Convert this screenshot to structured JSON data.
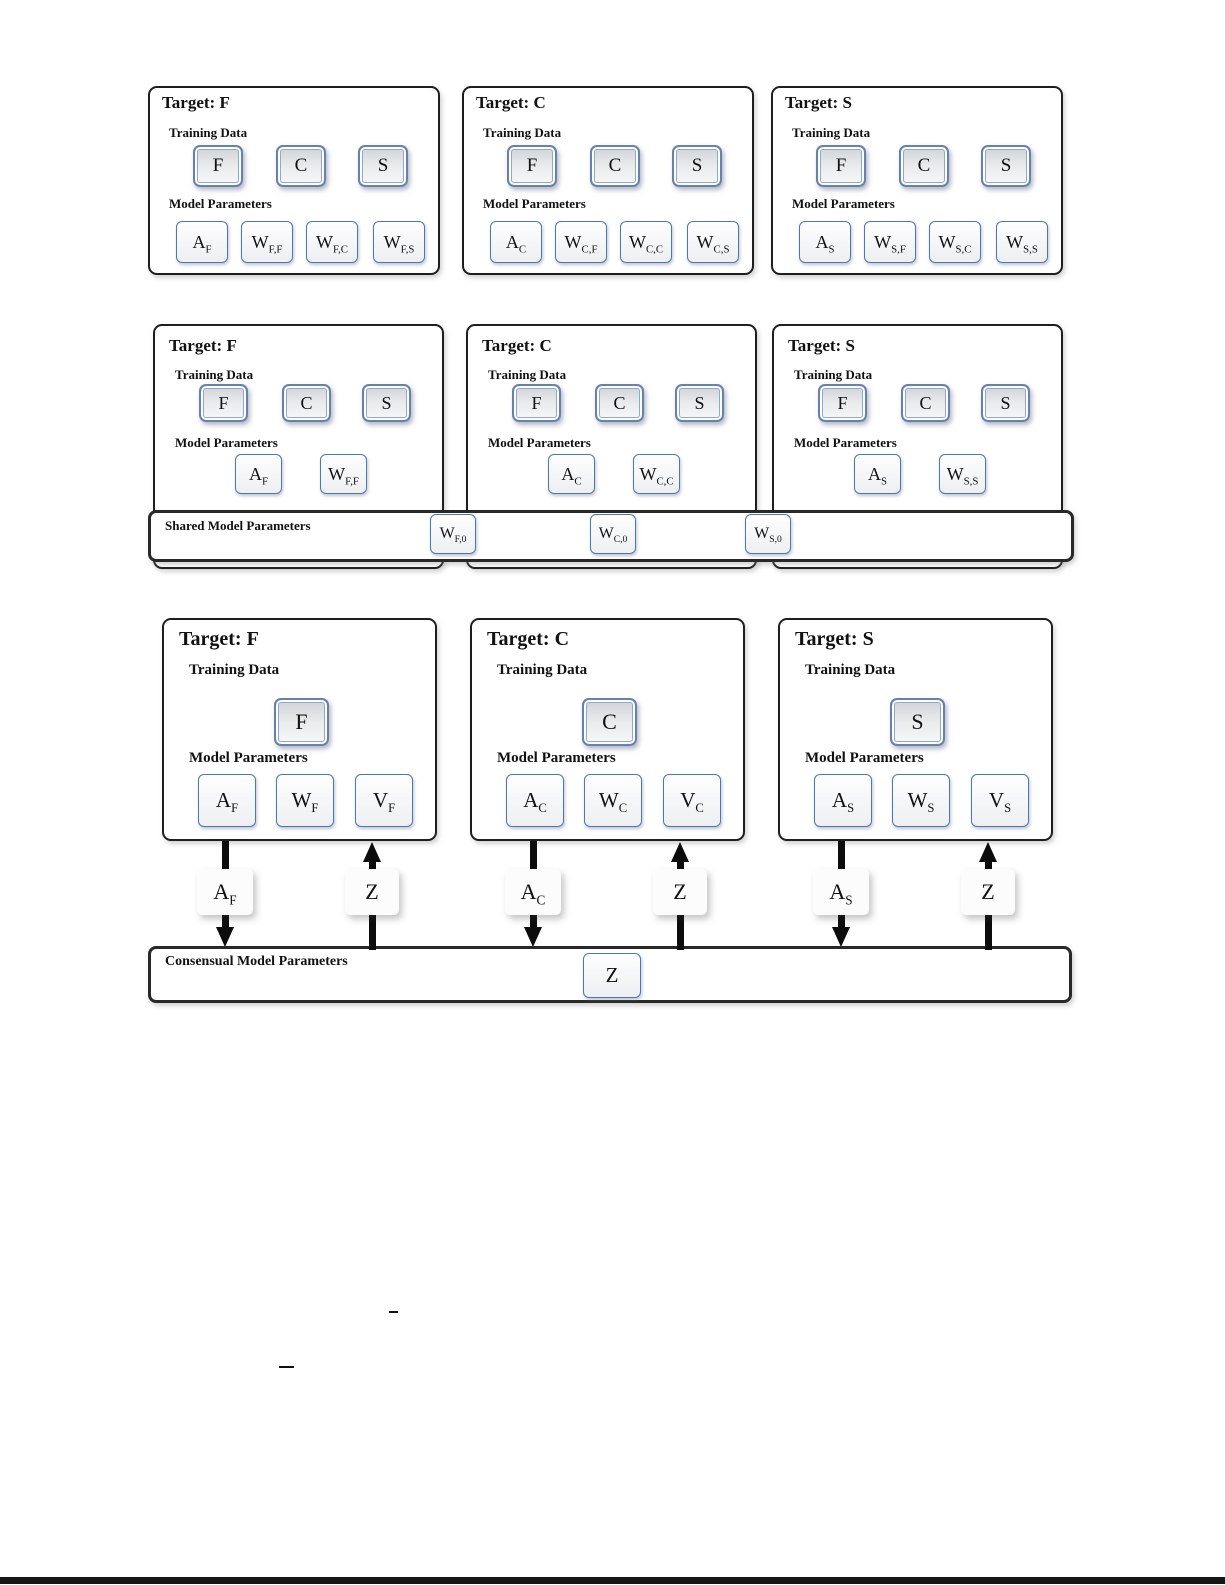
{
  "row1": {
    "panels": [
      {
        "title": "Target: F",
        "training_label": "Training Data",
        "data_boxes": [
          "F",
          "C",
          "S"
        ],
        "params_label": "Model Parameters",
        "param_boxes": [
          {
            "m": "A",
            "s": "F"
          },
          {
            "m": "W",
            "s": "F,F"
          },
          {
            "m": "W",
            "s": "F,C"
          },
          {
            "m": "W",
            "s": "F,S"
          }
        ]
      },
      {
        "title": "Target: C",
        "training_label": "Training Data",
        "data_boxes": [
          "F",
          "C",
          "S"
        ],
        "params_label": "Model Parameters",
        "param_boxes": [
          {
            "m": "A",
            "s": "C"
          },
          {
            "m": "W",
            "s": "C,F"
          },
          {
            "m": "W",
            "s": "C,C"
          },
          {
            "m": "W",
            "s": "C,S"
          }
        ]
      },
      {
        "title": "Target: S",
        "training_label": "Training Data",
        "data_boxes": [
          "F",
          "C",
          "S"
        ],
        "params_label": "Model Parameters",
        "param_boxes": [
          {
            "m": "A",
            "s": "S"
          },
          {
            "m": "W",
            "s": "S,F"
          },
          {
            "m": "W",
            "s": "S,C"
          },
          {
            "m": "W",
            "s": "S,S"
          }
        ]
      }
    ]
  },
  "row2": {
    "panels": [
      {
        "title": "Target: F",
        "training_label": "Training Data",
        "data_boxes": [
          "F",
          "C",
          "S"
        ],
        "params_label": "Model Parameters",
        "param_boxes": [
          {
            "m": "A",
            "s": "F"
          },
          {
            "m": "W",
            "s": "F,F"
          }
        ]
      },
      {
        "title": "Target: C",
        "training_label": "Training Data",
        "data_boxes": [
          "F",
          "C",
          "S"
        ],
        "params_label": "Model Parameters",
        "param_boxes": [
          {
            "m": "A",
            "s": "C"
          },
          {
            "m": "W",
            "s": "C,C"
          }
        ]
      },
      {
        "title": "Target: S",
        "training_label": "Training Data",
        "data_boxes": [
          "F",
          "C",
          "S"
        ],
        "params_label": "Model Parameters",
        "param_boxes": [
          {
            "m": "A",
            "s": "S"
          },
          {
            "m": "W",
            "s": "S,S"
          }
        ]
      }
    ],
    "shared_bar": {
      "label": "Shared Model Parameters",
      "boxes": [
        {
          "m": "W",
          "s": "F,0"
        },
        {
          "m": "W",
          "s": "C,0"
        },
        {
          "m": "W",
          "s": "S,0"
        }
      ]
    }
  },
  "row3": {
    "panels": [
      {
        "title": "Target: F",
        "training_label": "Training Data",
        "data_box": "F",
        "params_label": "Model Parameters",
        "param_boxes": [
          {
            "m": "A",
            "s": "F"
          },
          {
            "m": "W",
            "s": "F"
          },
          {
            "m": "V",
            "s": "F"
          }
        ],
        "down_label": {
          "m": "A",
          "s": "F"
        },
        "up_label": {
          "m": "Z",
          "s": ""
        }
      },
      {
        "title": "Target: C",
        "training_label": "Training Data",
        "data_box": "C",
        "params_label": "Model Parameters",
        "param_boxes": [
          {
            "m": "A",
            "s": "C"
          },
          {
            "m": "W",
            "s": "C"
          },
          {
            "m": "V",
            "s": "C"
          }
        ],
        "down_label": {
          "m": "A",
          "s": "C"
        },
        "up_label": {
          "m": "Z",
          "s": ""
        }
      },
      {
        "title": "Target: S",
        "training_label": "Training Data",
        "data_box": "S",
        "params_label": "Model Parameters",
        "param_boxes": [
          {
            "m": "A",
            "s": "S"
          },
          {
            "m": "W",
            "s": "S"
          },
          {
            "m": "V",
            "s": "S"
          }
        ],
        "down_label": {
          "m": "A",
          "s": "S"
        },
        "up_label": {
          "m": "Z",
          "s": ""
        }
      }
    ],
    "consensus_bar": {
      "label": "Consensual Model Parameters",
      "box": {
        "m": "Z",
        "s": ""
      }
    }
  }
}
